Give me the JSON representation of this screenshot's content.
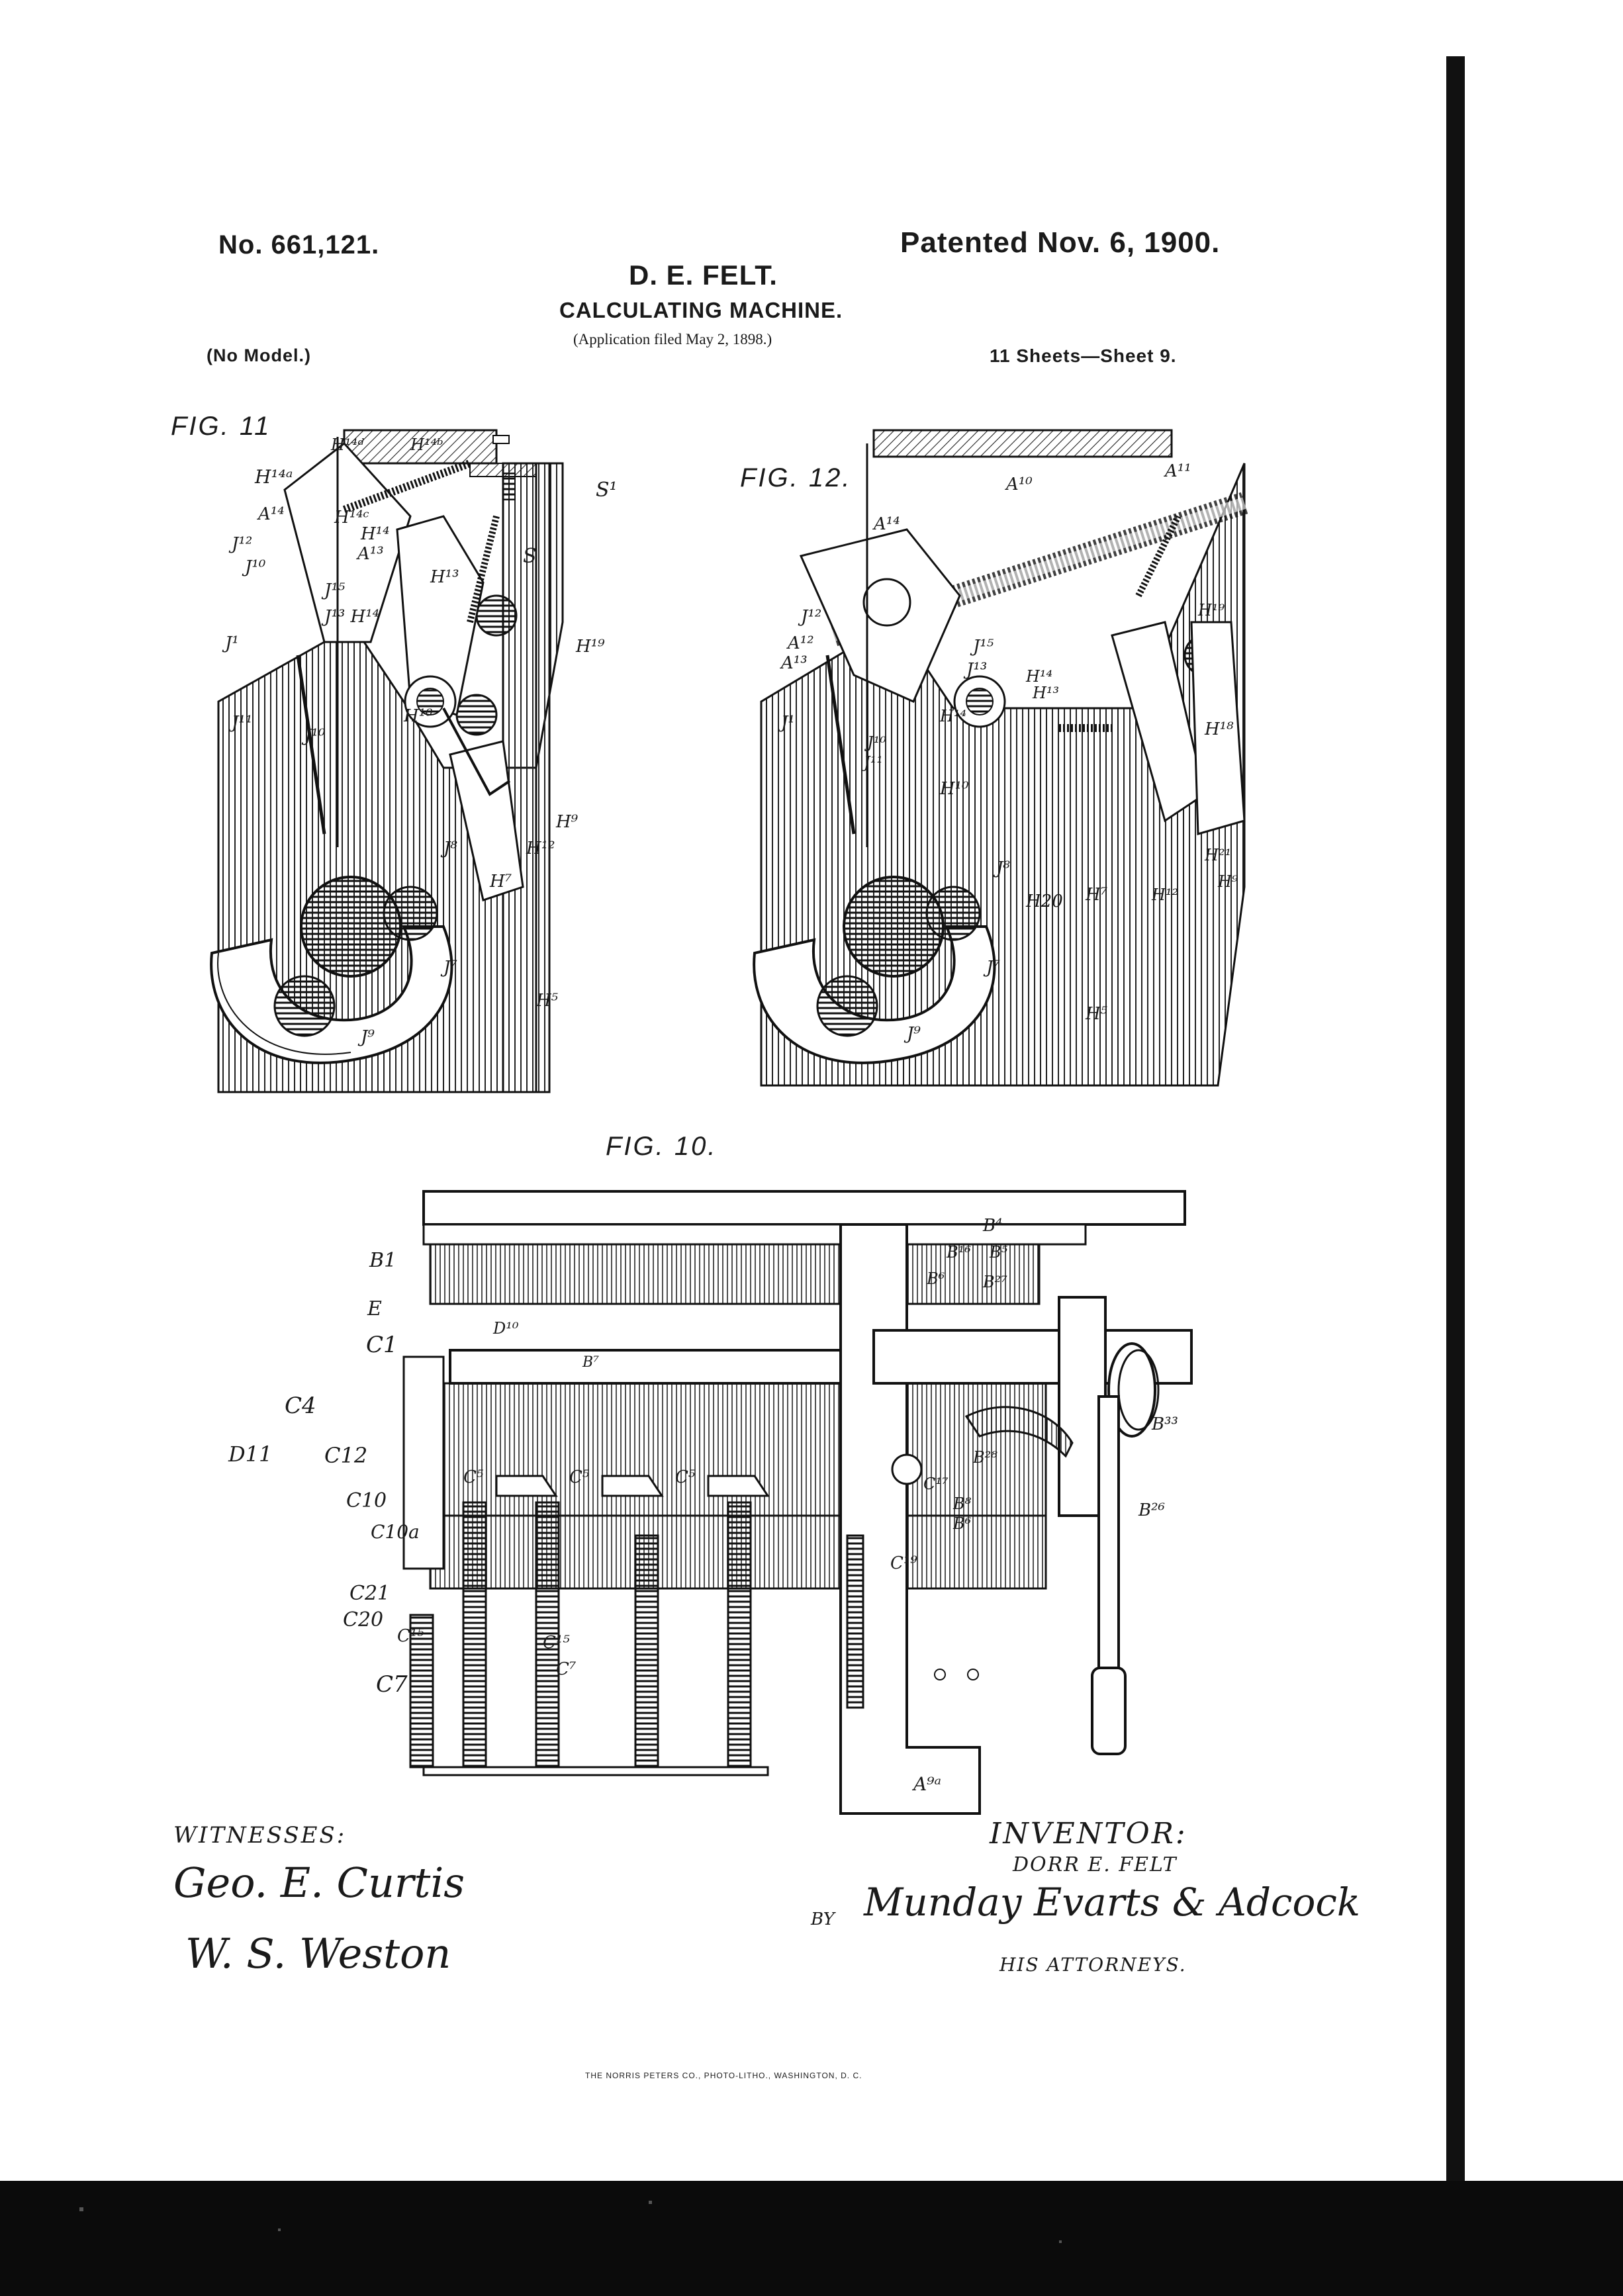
{
  "header": {
    "patent_number": "No. 661,121.",
    "patent_date": "Patented Nov. 6, 1900.",
    "inventor_name": "D. E. FELT.",
    "title": "CALCULATING MACHINE.",
    "application": "(Application filed May 2, 1898.)",
    "model": "(No Model.)",
    "sheets": "11 Sheets—Sheet 9."
  },
  "figures": {
    "fig11": {
      "label": "FIG. 11",
      "labels": [
        "H14a",
        "H14d",
        "H14b",
        "A14",
        "H14c",
        "J12",
        "A13",
        "H14",
        "J10",
        "J15",
        "H13",
        "H19",
        "J13",
        "H14",
        "J1",
        "J11",
        "J10",
        "H10",
        "J8",
        "H9",
        "H12",
        "H7",
        "J7",
        "J9",
        "H5",
        "S",
        "S1"
      ]
    },
    "fig12": {
      "label": "FIG. 12.",
      "labels": [
        "A14",
        "A10",
        "A11",
        "J12",
        "A12",
        "A13",
        "J15",
        "J13",
        "H14",
        "H13",
        "H14",
        "J1",
        "J10",
        "J11",
        "H10",
        "J8",
        "H20",
        "H7",
        "H12",
        "J7",
        "J9",
        "H5",
        "H19",
        "H18",
        "H21",
        "H9"
      ]
    },
    "fig10": {
      "label": "FIG. 10.",
      "labels": [
        "B1",
        "E",
        "C1",
        "C4",
        "D11",
        "C12",
        "C10",
        "C10a",
        "C21",
        "C20",
        "C7",
        "C15",
        "C15",
        "C7",
        "D10",
        "B7",
        "C5",
        "C5",
        "C5",
        "B4",
        "B16",
        "B5",
        "B6",
        "B27",
        "B33",
        "B28",
        "C17",
        "B8",
        "B6",
        "B26",
        "C19",
        "A9a"
      ]
    }
  },
  "signatures": {
    "witnesses_label": "WITNESSES:",
    "witness_1": "Geo. E. Curtis",
    "witness_2": "W. S. Weston",
    "inventor_label": "INVENTOR:",
    "inventor": "DORR E. FELT",
    "by_label": "BY",
    "attorneys": "Munday Evarts & Adcock",
    "attorneys_label": "HIS ATTORNEYS."
  },
  "footer": {
    "printer": "THE NORRIS PETERS CO., PHOTO-LITHO., WASHINGTON, D. C."
  }
}
